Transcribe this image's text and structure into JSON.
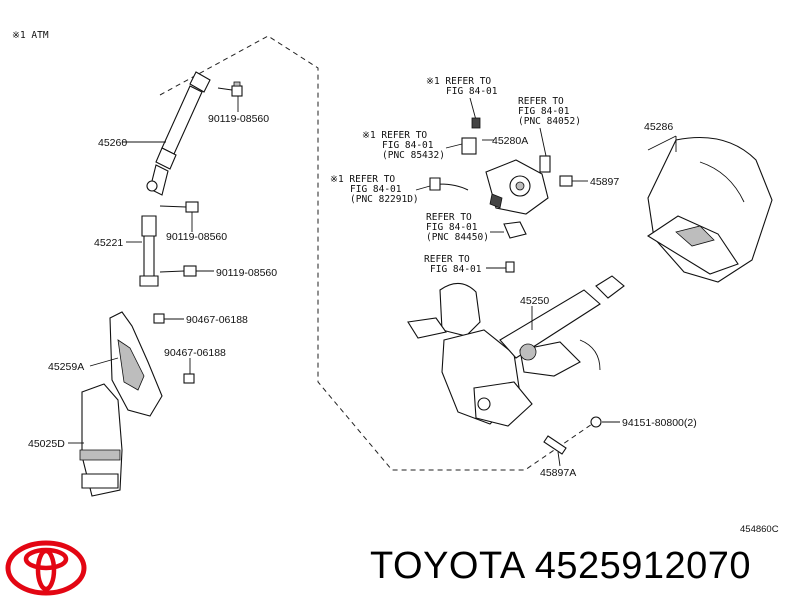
{
  "diagram": {
    "note_atm": "※1 ATM",
    "figure_code": "454860C",
    "parts": {
      "p45260": "45260",
      "p9011908560_a": "90119-08560",
      "p9011908560_b": "90119-08560",
      "p9011908560_c": "90119-08560",
      "p45221": "45221",
      "p9046706188_a": "90467-06188",
      "p9046706188_b": "90467-06188",
      "p45259A": "45259A",
      "p45025D": "45025D",
      "p45280A": "45280A",
      "p45897": "45897",
      "p45286": "45286",
      "p45250": "45250",
      "p9415180800": "94151-80800(2)",
      "p45897A": "45897A"
    },
    "refs": {
      "r1": [
        "※1 REFER TO",
        "FIG 84-01"
      ],
      "r2": [
        "REFER TO",
        "FIG 84-01",
        "(PNC 84052)"
      ],
      "r3": [
        "※1 REFER TO",
        "FIG 84-01",
        "(PNC 85432)"
      ],
      "r4": [
        "※1 REFER TO",
        "FIG 84-01",
        "(PNC 82291D)"
      ],
      "r5": [
        "REFER TO",
        "FIG 84-01",
        "(PNC 84450)"
      ],
      "r6": [
        "REFER TO",
        "FIG 84-01"
      ]
    }
  },
  "footer": {
    "brand": "TOYOTA",
    "part_number": "4525912070",
    "logo_icon": "toyota-logo-icon",
    "logo_color": "#e30613"
  }
}
